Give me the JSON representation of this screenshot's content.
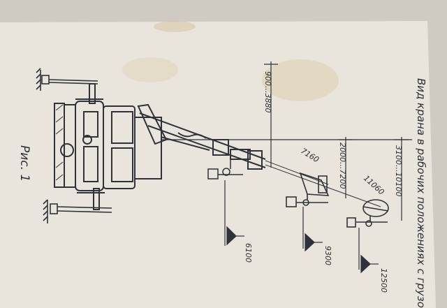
{
  "figure": {
    "title": "Вид крана в рабочих положениях с грузом",
    "caption": "Рис. 1"
  },
  "dimensions": {
    "height_range_1": "900...3880",
    "height_range_2": "2000...7200",
    "height_range_3": "3100...10100",
    "reach_1": "7160",
    "reach_2": "11060",
    "radius_1": "6100",
    "radius_2": "9300",
    "radius_3": "12500"
  },
  "colors": {
    "paper": "#e9e5dd",
    "ink": "#2f3238",
    "stain": "#d9c9a6"
  }
}
